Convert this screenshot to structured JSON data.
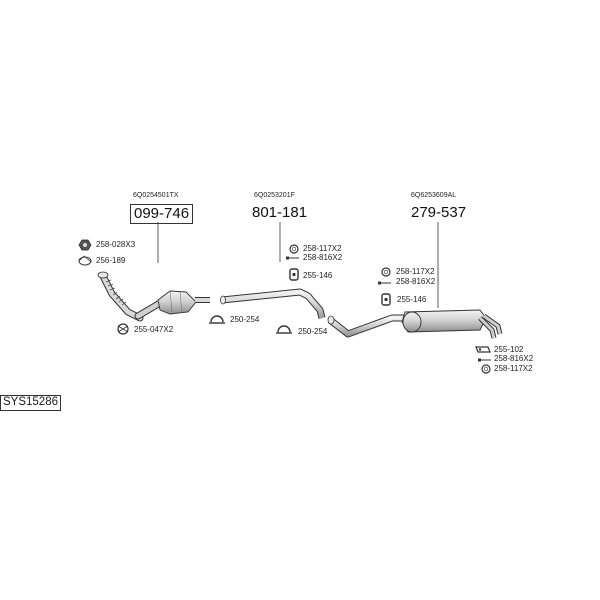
{
  "oem_numbers": {
    "cat": "6Q0254501TX",
    "middle": "6Q0253201F",
    "rear": "6Q6253609AL"
  },
  "main_parts": {
    "cat": "099-746",
    "middle": "801-181",
    "rear": "279-537"
  },
  "labels": {
    "nut_front": "258-028X3",
    "gasket_front": "256-189",
    "spring_front": "255-047X2",
    "clamp_a": "250-254",
    "clamp_b": "250-254",
    "ring_mid": "258-117X2",
    "bolt_mid": "258-816X2",
    "hanger_mid": "255-146",
    "ring_rear": "258-117X2",
    "bolt_rear": "258-816X2",
    "hanger_rear": "255-146",
    "hanger_tail": "255-102",
    "bolt_tail": "258-816X2",
    "ring_tail": "258-117X2"
  },
  "system_code": "SYS15286",
  "colors": {
    "line": "#333333",
    "part_fill": "#dcdcdc",
    "part_shade": "#b8b8b8"
  }
}
